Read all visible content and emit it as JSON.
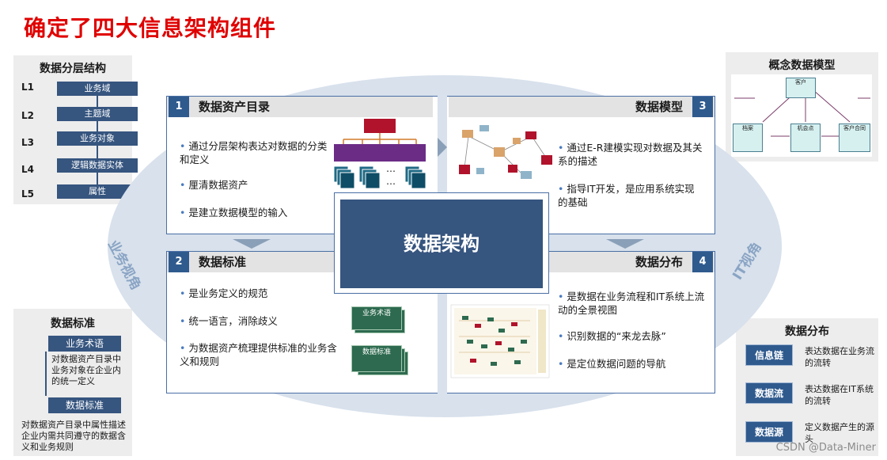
{
  "title": "确定了四大信息架构组件",
  "ellipse_labels": {
    "left": "业务视角",
    "right": "IT视角"
  },
  "center": "数据架构",
  "quadrants": [
    {
      "num": "1",
      "title": "数据资产目录",
      "bullets": [
        "通过分层架构表达对数据的分类和定义",
        "厘清数据资产",
        "是建立数据模型的输入"
      ],
      "ellipsis": "…"
    },
    {
      "num": "2",
      "title": "数据标准",
      "bullets": [
        "是业务定义的规范",
        "统一语言，消除歧义",
        "为数据资产梳理提供标准的业务含义和规则"
      ],
      "cards": [
        "业务术语",
        "数据标准"
      ]
    },
    {
      "num": "3",
      "title": "数据模型",
      "bullets": [
        "通过E-R建模实现对数据及其关系的描述",
        "指导IT开发，是应用系统实现的基础"
      ]
    },
    {
      "num": "4",
      "title": "数据分布",
      "bullets": [
        "是数据在业务流程和IT系统上流动的全景视图",
        "识别数据的“来龙去脉”",
        "是定位数据问题的导航"
      ]
    }
  ],
  "layers_panel": {
    "title": "数据分层结构",
    "layers": [
      {
        "level": "L1",
        "name": "业务域"
      },
      {
        "level": "L2",
        "name": "主题域"
      },
      {
        "level": "L3",
        "name": "业务对象"
      },
      {
        "level": "L4",
        "name": "逻辑数据实体"
      },
      {
        "level": "L5",
        "name": "属性"
      }
    ]
  },
  "standard_panel": {
    "title": "数据标准",
    "term_label": "业务术语",
    "term_desc": "对数据资产目录中业务对象在企业内的统一定义",
    "std_label": "数据标准",
    "std_desc": "对数据资产目录中属性描述企业内需共同遵守的数据含义和业务规则"
  },
  "model_panel": {
    "title": "概念数据模型",
    "entities": [
      "客户",
      "档案",
      "机会点",
      "客户合同"
    ]
  },
  "dist_panel": {
    "title": "数据分布",
    "items": [
      {
        "label": "信息链",
        "desc": "表达数据在业务流的流转"
      },
      {
        "label": "数据流",
        "desc": "表达数据在IT系统的流转"
      },
      {
        "label": "数据源",
        "desc": "定义数据产生的源头"
      }
    ]
  },
  "watermark": "CSDN @Data-Miner",
  "colors": {
    "title": "#e00000",
    "primary": "#36557f",
    "ellipse": "#d8e1ec",
    "green": "#2d6a4f"
  }
}
